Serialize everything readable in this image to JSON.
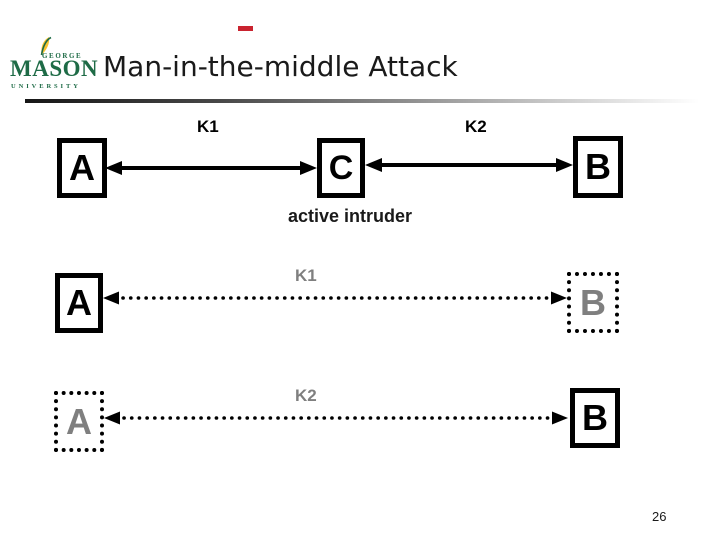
{
  "slide": {
    "title": "Man-in-the-middle Attack",
    "page_number": "26"
  },
  "logo": {
    "george": "GEORGE",
    "mason": "MASON",
    "university": "UNIVERSITY"
  },
  "colors": {
    "accent_red": "#c9232f",
    "gmu_green": "#1e6b46",
    "gmu_gold": "#f7c331",
    "gray_text": "#7f7f7f",
    "black": "#000000"
  },
  "diagram": {
    "row1": {
      "node_a": "A",
      "key1": "K1",
      "node_c": "C",
      "key2": "K2",
      "node_b": "B",
      "caption": "active intruder"
    },
    "row2": {
      "node_a": "A",
      "key": "K1",
      "node_b": "B"
    },
    "row3": {
      "node_a": "A",
      "key": "K2",
      "node_b": "B"
    }
  }
}
